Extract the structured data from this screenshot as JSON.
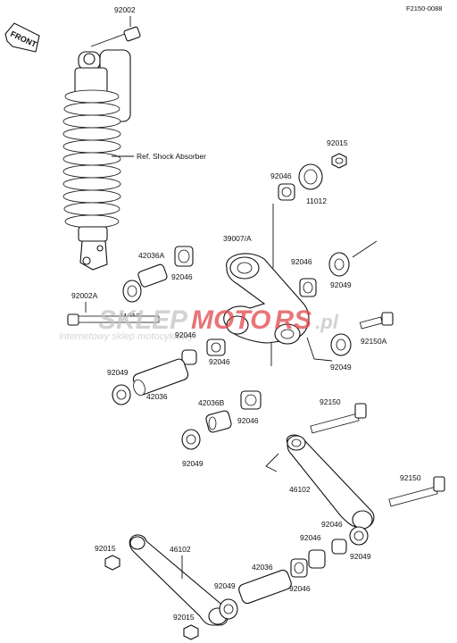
{
  "figure_code": "F2150-0088",
  "front_label": "FRONT",
  "ref_label": "Ref. Shock Absorber",
  "watermark": {
    "brand_part1": "SKLEP",
    "brand_part2": "MOTO",
    "brand_part3": "RS",
    "brand_suffix": ".pl",
    "tagline": "internetowy sklep motocyklowy",
    "colors": {
      "grey": "#c4c4c4",
      "red": "#e0474b"
    }
  },
  "part_labels": [
    "92002",
    "92015",
    "92046",
    "11012",
    "39007/A",
    "42036A",
    "92046",
    "92046",
    "92049",
    "92002A",
    "11012",
    "92046",
    "92150A",
    "92046",
    "92049",
    "92049",
    "42036",
    "42036B",
    "92046",
    "92150",
    "92049",
    "46102",
    "92150",
    "92046",
    "92046",
    "92049",
    "92015",
    "46102",
    "42036",
    "92049",
    "92046",
    "92015"
  ]
}
